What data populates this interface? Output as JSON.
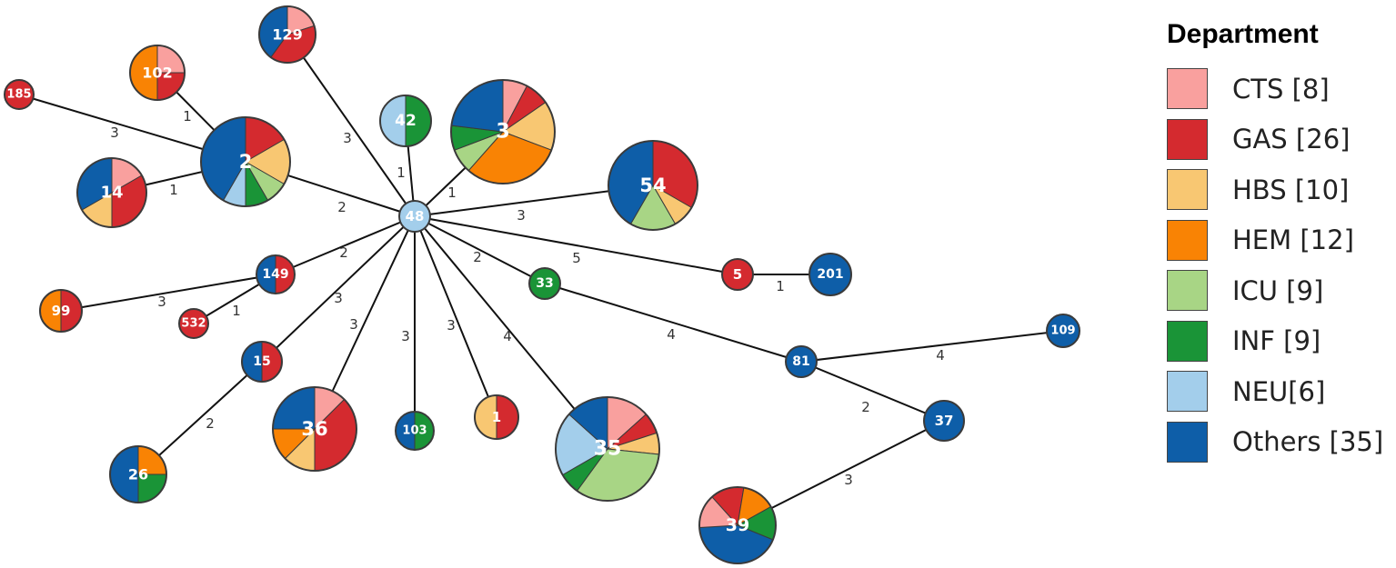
{
  "colors": {
    "CTS": "#F9A09E",
    "GAS": "#D42A2F",
    "HBS": "#F8C772",
    "HEM": "#F98304",
    "ICU": "#A8D585",
    "INF": "#1A9437",
    "NEU": "#A3CEEB",
    "Others": "#0E5EA8"
  },
  "legend": {
    "title": "Department",
    "items": [
      {
        "key": "CTS",
        "label": "CTS [8]"
      },
      {
        "key": "GAS",
        "label": "GAS [26]"
      },
      {
        "key": "HBS",
        "label": "HBS [10]"
      },
      {
        "key": "HEM",
        "label": "HEM [12]"
      },
      {
        "key": "ICU",
        "label": "ICU [9]"
      },
      {
        "key": "INF",
        "label": "INF [9]"
      },
      {
        "key": "NEU",
        "label": "NEU[6]"
      },
      {
        "key": "Others",
        "label": "Others [35]"
      }
    ]
  },
  "nodes": [
    {
      "id": "48",
      "label": "48",
      "slices": [
        [
          "NEU",
          1
        ]
      ]
    },
    {
      "id": "2",
      "label": "2",
      "slices": [
        [
          "GAS",
          2
        ],
        [
          "HBS",
          2
        ],
        [
          "ICU",
          1
        ],
        [
          "INF",
          1
        ],
        [
          "NEU",
          1
        ],
        [
          "Others",
          5
        ]
      ]
    },
    {
      "id": "3",
      "label": "3",
      "slices": [
        [
          "CTS",
          1
        ],
        [
          "GAS",
          1
        ],
        [
          "HBS",
          2
        ],
        [
          "HEM",
          4
        ],
        [
          "ICU",
          1
        ],
        [
          "INF",
          1
        ],
        [
          "Others",
          3
        ]
      ]
    },
    {
      "id": "54",
      "label": "54",
      "slices": [
        [
          "GAS",
          4
        ],
        [
          "HBS",
          1
        ],
        [
          "ICU",
          2
        ],
        [
          "Others",
          5
        ]
      ]
    },
    {
      "id": "129",
      "label": "129",
      "slices": [
        [
          "CTS",
          1
        ],
        [
          "GAS",
          2
        ],
        [
          "Others",
          2
        ]
      ]
    },
    {
      "id": "102",
      "label": "102",
      "slices": [
        [
          "CTS",
          1
        ],
        [
          "GAS",
          1
        ],
        [
          "HEM",
          2
        ]
      ]
    },
    {
      "id": "185",
      "label": "185",
      "slices": [
        [
          "GAS",
          1
        ]
      ]
    },
    {
      "id": "14",
      "label": "14",
      "slices": [
        [
          "CTS",
          1
        ],
        [
          "GAS",
          2
        ],
        [
          "HBS",
          1
        ],
        [
          "Others",
          2
        ]
      ]
    },
    {
      "id": "42",
      "label": "42",
      "slices": [
        [
          "INF",
          1
        ],
        [
          "NEU",
          1
        ]
      ]
    },
    {
      "id": "5",
      "label": "5",
      "slices": [
        [
          "GAS",
          1
        ]
      ]
    },
    {
      "id": "201",
      "label": "201",
      "slices": [
        [
          "Others",
          1
        ]
      ]
    },
    {
      "id": "33",
      "label": "33",
      "slices": [
        [
          "INF",
          1
        ]
      ]
    },
    {
      "id": "81",
      "label": "81",
      "slices": [
        [
          "Others",
          1
        ]
      ]
    },
    {
      "id": "109",
      "label": "109",
      "slices": [
        [
          "Others",
          1
        ]
      ]
    },
    {
      "id": "37",
      "label": "37",
      "slices": [
        [
          "Others",
          1
        ]
      ]
    },
    {
      "id": "39",
      "label": "39",
      "slices": [
        [
          "GAS",
          1
        ],
        [
          "HEM",
          1
        ],
        [
          "INF",
          1
        ],
        [
          "Others",
          3
        ],
        [
          "CTS",
          1
        ]
      ]
    },
    {
      "id": "149",
      "label": "149",
      "slices": [
        [
          "GAS",
          1
        ],
        [
          "Others",
          1
        ]
      ]
    },
    {
      "id": "99",
      "label": "99",
      "slices": [
        [
          "GAS",
          1
        ],
        [
          "HEM",
          1
        ]
      ]
    },
    {
      "id": "532",
      "label": "532",
      "slices": [
        [
          "GAS",
          1
        ]
      ]
    },
    {
      "id": "15",
      "label": "15",
      "slices": [
        [
          "GAS",
          1
        ],
        [
          "Others",
          1
        ]
      ]
    },
    {
      "id": "26",
      "label": "26",
      "slices": [
        [
          "HEM",
          1
        ],
        [
          "INF",
          1
        ],
        [
          "Others",
          2
        ]
      ]
    },
    {
      "id": "36",
      "label": "36",
      "slices": [
        [
          "CTS",
          1
        ],
        [
          "GAS",
          3
        ],
        [
          "HBS",
          1
        ],
        [
          "HEM",
          1
        ],
        [
          "Others",
          2
        ]
      ]
    },
    {
      "id": "103",
      "label": "103",
      "slices": [
        [
          "INF",
          1
        ],
        [
          "Others",
          1
        ]
      ]
    },
    {
      "id": "1",
      "label": "1",
      "slices": [
        [
          "GAS",
          1
        ],
        [
          "HBS",
          1
        ]
      ]
    },
    {
      "id": "35",
      "label": "35",
      "slices": [
        [
          "CTS",
          2
        ],
        [
          "GAS",
          1
        ],
        [
          "HBS",
          1
        ],
        [
          "ICU",
          5
        ],
        [
          "INF",
          1
        ],
        [
          "NEU",
          3
        ],
        [
          "Others",
          2
        ]
      ]
    }
  ],
  "edges": [
    {
      "from": "48",
      "to": "2",
      "label": "2"
    },
    {
      "from": "48",
      "to": "129",
      "label": "3"
    },
    {
      "from": "48",
      "to": "42",
      "label": "1"
    },
    {
      "from": "48",
      "to": "3",
      "label": "1"
    },
    {
      "from": "48",
      "to": "54",
      "label": "3"
    },
    {
      "from": "48",
      "to": "5",
      "label": "5"
    },
    {
      "from": "48",
      "to": "33",
      "label": "2"
    },
    {
      "from": "48",
      "to": "149",
      "label": "2"
    },
    {
      "from": "48",
      "to": "15",
      "label": "3"
    },
    {
      "from": "48",
      "to": "36",
      "label": "3"
    },
    {
      "from": "48",
      "to": "103",
      "label": "3"
    },
    {
      "from": "48",
      "to": "1",
      "label": "3"
    },
    {
      "from": "48",
      "to": "35",
      "label": "4"
    },
    {
      "from": "2",
      "to": "102",
      "label": "1"
    },
    {
      "from": "2",
      "to": "185",
      "label": "3"
    },
    {
      "from": "2",
      "to": "14",
      "label": "1"
    },
    {
      "from": "5",
      "to": "201",
      "label": "1"
    },
    {
      "from": "33",
      "to": "81",
      "label": "4"
    },
    {
      "from": "81",
      "to": "109",
      "label": "4"
    },
    {
      "from": "81",
      "to": "37",
      "label": "2"
    },
    {
      "from": "37",
      "to": "39",
      "label": "3"
    },
    {
      "from": "149",
      "to": "99",
      "label": "3"
    },
    {
      "from": "149",
      "to": "532",
      "label": "1"
    },
    {
      "from": "15",
      "to": "26",
      "label": "2"
    }
  ]
}
